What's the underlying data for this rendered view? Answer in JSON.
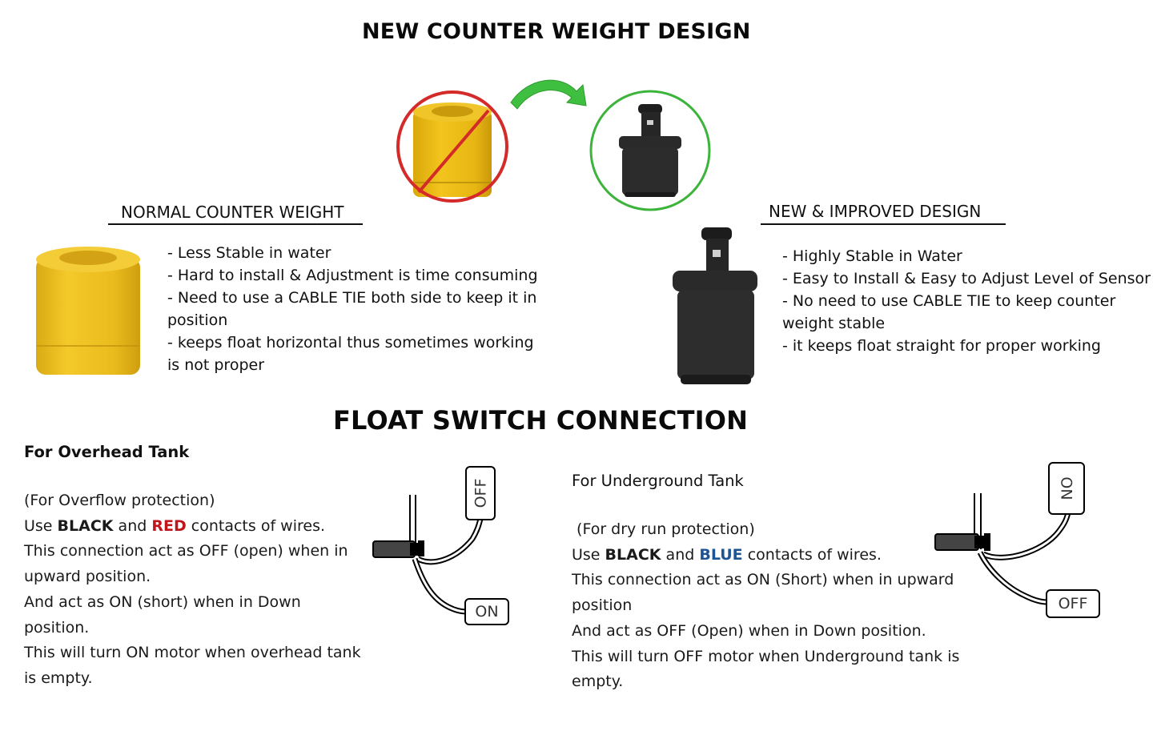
{
  "main_title": "NEW COUNTER WEIGHT DESIGN",
  "comparison": {
    "old_icon": "yellow-counter-weight-crossed-out",
    "arrow_icon": "curved-green-arrow",
    "new_icon": "black-counter-weight-approved",
    "colors": {
      "prohibited": "#d42a2a",
      "approved": "#3cb43c",
      "arrow": "#3fbf3f",
      "yellow": "#e8b814"
    }
  },
  "normal": {
    "heading": "NORMAL COUNTER WEIGHT",
    "bullets": [
      "- Less Stable in water",
      "- Hard to install & Adjustment is time consuming",
      "- Need to use a CABLE TIE both side to keep it in",
      "position",
      "- keeps float horizontal thus sometimes working",
      "is not proper"
    ]
  },
  "improved": {
    "heading": "NEW & IMPROVED DESIGN",
    "bullets": [
      "- Highly Stable in Water",
      "- Easy to Install & Easy to Adjust Level of Sensor",
      "- No need to use CABLE TIE to keep counter",
      "weight stable",
      "- it keeps float straight for proper working"
    ]
  },
  "float_title": "FLOAT SWITCH CONNECTION",
  "overhead": {
    "heading": "For Overhead Tank",
    "purpose": "(For Overflow protection)",
    "use_prefix": "Use ",
    "color1": "BLACK",
    "and": " and ",
    "color2": "RED",
    "use_suffix": " contacts of wires.",
    "lines": [
      "This connection act as OFF (open) when in",
      "upward position.",
      "And act as ON (short) when in Down",
      "position.",
      "This will turn ON motor when overhead tank",
      "is empty."
    ],
    "diagram": {
      "top_label": "OFF",
      "bottom_label": "ON"
    }
  },
  "underground": {
    "heading": "For Underground Tank",
    "purpose": " (For dry run protection)",
    "use_prefix": "Use ",
    "color1": "BLACK",
    "and": " and ",
    "color2": "BLUE",
    "use_suffix": " contacts of wires.",
    "lines": [
      "This connection act as ON (Short) when in upward",
      "position",
      "And act as OFF (Open) when in Down position.",
      "This will turn OFF motor when Underground tank is",
      "empty."
    ],
    "diagram": {
      "top_label": "ON",
      "bottom_label": "OFF"
    }
  }
}
